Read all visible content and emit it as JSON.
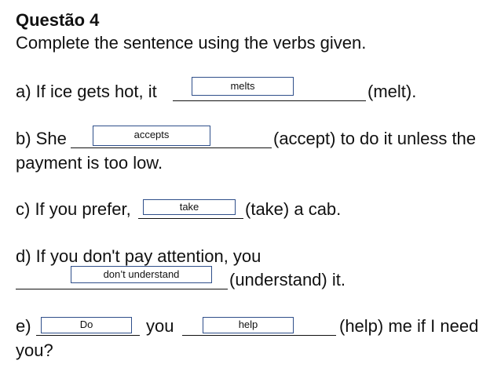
{
  "title": "Questão 4",
  "instruction": "Complete the sentence using the verbs given.",
  "items": {
    "a": {
      "prefix": "a)   If ice gets hot, it",
      "suffix": "(melt).",
      "answer": "melts"
    },
    "b": {
      "prefix": "b) She",
      "suffix": "(accept) to do it unless the",
      "suffix2": "payment is too low.",
      "answer": "accepts"
    },
    "c": {
      "prefix": "c) If you prefer,",
      "suffix": "(take) a cab.",
      "answer": "take"
    },
    "d": {
      "prefix": "d) If you don't pay attention, you",
      "suffix": "(understand) it.",
      "answer": "don’t understand"
    },
    "e": {
      "prefix": "e)",
      "middle": "you",
      "suffix": "(help) me if I need",
      "suffix2": "you?",
      "answer1": "Do",
      "answer2": "help"
    }
  },
  "colors": {
    "box_border": "#2f4f8a",
    "text": "#111111"
  }
}
